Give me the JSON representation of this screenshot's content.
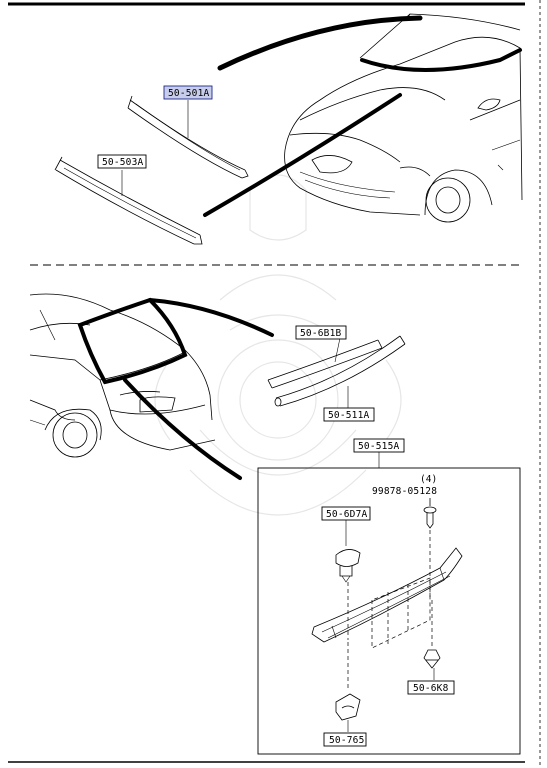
{
  "parts": {
    "p501A": "50-501A",
    "p503A": "50-503A",
    "p6B1B": "50-6B1B",
    "p511A": "50-511A",
    "p515A": "50-515A",
    "p6D7A": "50-6D7A",
    "p6K8": "50-6K8",
    "p765": "50-765",
    "screw": "99878-05128",
    "screw_qty": "(4)"
  },
  "colors": {
    "highlight_fill": "#c7cdea",
    "highlight_stroke": "#1d2a8a"
  },
  "highlighted_part": "50-501A"
}
